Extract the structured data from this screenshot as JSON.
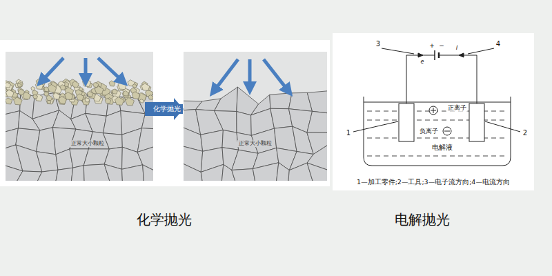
{
  "diagram": {
    "nodes": [
      {
        "text": [
          "正常大小颗粒"
        ]
      },
      {
        "text": [
          "正常大小颗粒"
        ]
      }
    ],
    "edges": [
      {
        "from": 0,
        "to": 1,
        "arrow": "to",
        "label": "化学抛光"
      }
    ],
    "labels": [
      "化学抛光",
      "电解抛光",
      "3",
      "4",
      "+",
      "−",
      "i",
      "e",
      "正离子",
      "负离子",
      "电解液",
      "1",
      "2",
      "1—加工零件;2—工具;3—电子流方向;4—电流方向"
    ]
  }
}
